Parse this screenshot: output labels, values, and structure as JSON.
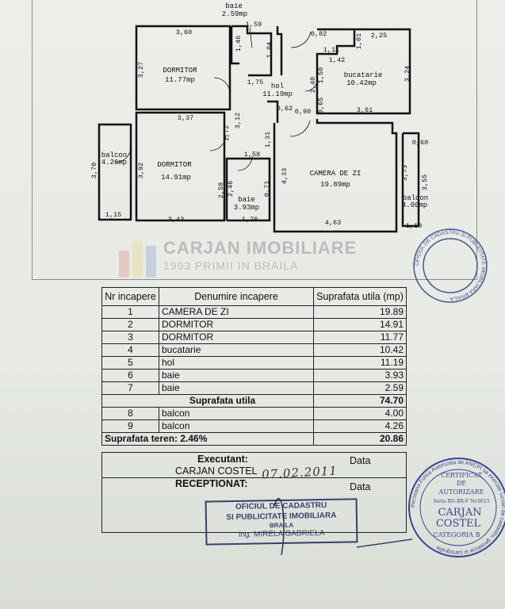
{
  "plan": {
    "rooms": {
      "dormitor1": {
        "name": "DORMITOR",
        "area": "11.77mp"
      },
      "dormitor2": {
        "name": "DORMITOR",
        "area": "14.91mp"
      },
      "balcon1": {
        "name": "balcon",
        "area": "4.26mp"
      },
      "baie1": {
        "name": "baie",
        "area": "2.59mp"
      },
      "baie2": {
        "name": "baie",
        "area": "3.93mp"
      },
      "hol": {
        "name": "hol",
        "area": "11.19mp"
      },
      "bucatarie": {
        "name": "bucatarie",
        "area": "10.42mp"
      },
      "camera": {
        "name": "CAMERA DE ZI",
        "area": "19.89mp"
      },
      "balcon2": {
        "name": "balcon",
        "area": "4.00mp"
      }
    },
    "dims": [
      "3,60",
      "1,59",
      "1,46",
      "1,84",
      "0,82",
      "2,25",
      "1,01",
      "1,11",
      "1,42",
      "3,27",
      "3,24",
      "1,75",
      "2,40",
      "1,50",
      "0,65",
      "3,61",
      "0,62",
      "0,90",
      "3,37",
      "3,12",
      "1,72",
      "1,31",
      "0,60",
      "1,58",
      "3,70",
      "3,92",
      "2,58",
      "2,46",
      "0,71",
      "4,33",
      "3,73",
      "3,55",
      "1,15",
      "3,43",
      "1,70",
      "4,63",
      "1,10"
    ]
  },
  "watermark": {
    "name": "CARJAN IMOBILIARE",
    "sub": "1993 PRIMII IN BRAILA"
  },
  "table": {
    "headers": [
      "Nr incapere",
      "Denumire incapere",
      "Suprafata utila (mp)"
    ],
    "rows": [
      {
        "nr": "1",
        "name": "CAMERA DE ZI",
        "area": "19.89"
      },
      {
        "nr": "2",
        "name": "DORMITOR",
        "area": "14.91"
      },
      {
        "nr": "3",
        "name": "DORMITOR",
        "area": "11.77"
      },
      {
        "nr": "4",
        "name": "bucatarie",
        "area": "10.42"
      },
      {
        "nr": "5",
        "name": "hol",
        "area": "11.19"
      },
      {
        "nr": "6",
        "name": "baie",
        "area": "3.93"
      },
      {
        "nr": "7",
        "name": "baie",
        "area": "2.59"
      }
    ],
    "subtotal_label": "Suprafata utila",
    "subtotal_value": "74.70",
    "balconies": [
      {
        "nr": "8",
        "name": "balcon",
        "area": "4.00"
      },
      {
        "nr": "9",
        "name": "balcon",
        "area": "4.26"
      }
    ],
    "teren_label": "Suprafata teren: 2.46%",
    "teren_value": "20.86"
  },
  "signatures": {
    "executant_label": "Executant:",
    "executant_name": "CARJAN COSTEL",
    "data_label": "Data",
    "date": "07.02.2011",
    "receptionat_label": "RECEPTIONAT:",
    "data_label2": "Data"
  },
  "stamps": {
    "office_line1": "OFICIUL DE CADASTRU",
    "office_line2": "SI PUBLICITATE IMOBILIARA",
    "office_line3": "BRAILA",
    "office_line4": "ing. MIRELA GABRIELA",
    "cert_ring": "Persoana Fizica Autorizata de ANCPI sa execute lucrari de cadastru, geodezie si cartografie",
    "cert_lines": [
      "CERTIFICAT",
      "DE",
      "AUTORIZARE",
      "Seria RO-BR-F Nr.0015",
      "CARJAN",
      "COSTEL",
      "CATEGORIA B"
    ],
    "ocpi_ring": "OFICIUL DE CADASTRU SI PUBLICITATE IMOBILIARA BRAILA"
  },
  "colors": {
    "ink": "#111111",
    "stamp_blue": "#3a3f6a",
    "paper": "#eceeea"
  }
}
